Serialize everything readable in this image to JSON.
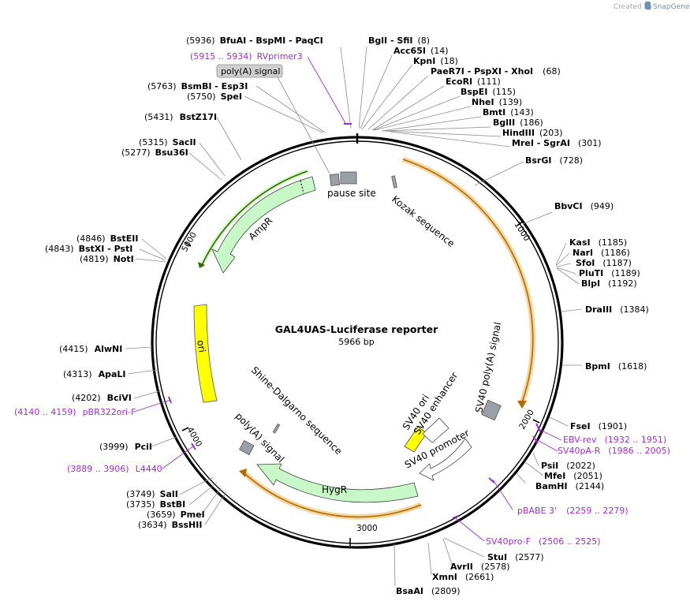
{
  "watermark": {
    "prefix": "Created by",
    "brand": "SnapGene"
  },
  "plasmid": {
    "name": "GAL4UAS-Luciferase reporter",
    "length": "5966 bp"
  },
  "colors": {
    "backbone": "#000000",
    "feature_fill": "#c8f7c8",
    "feature_stroke": "#2a7a2a",
    "ori": "#ffff00",
    "orf_glow": "#f5d7a4",
    "orf_line": "#b06a00",
    "grey_box": "#9aa0a6",
    "primer": "#9b30c8",
    "leader": "#8c8c8c"
  },
  "ticks": [
    "1000",
    "2000",
    "3000",
    "4000",
    "5000"
  ],
  "enzymes": [
    {
      "name": "BfuAI - BspMI - PaqCI",
      "pos": "(5936)"
    },
    {
      "name": "BglI - SfiI",
      "pos": "(8)"
    },
    {
      "name": "Acc65I",
      "pos": "(14)"
    },
    {
      "name": "KpnI",
      "pos": "(18)"
    },
    {
      "name": "PaeR7I - PspXI - XhoI",
      "pos": "(68)"
    },
    {
      "name": "EcoRI",
      "pos": "(111)"
    },
    {
      "name": "BspEI",
      "pos": "(115)"
    },
    {
      "name": "NheI",
      "pos": "(139)"
    },
    {
      "name": "BmtI",
      "pos": "(143)"
    },
    {
      "name": "BglII",
      "pos": "(186)"
    },
    {
      "name": "HindIII",
      "pos": "(203)"
    },
    {
      "name": "MreI - SgrAI",
      "pos": "(301)"
    },
    {
      "name": "BsrGI",
      "pos": "(728)"
    },
    {
      "name": "BbvCI",
      "pos": "(949)"
    },
    {
      "name": "KasI",
      "pos": "(1185)"
    },
    {
      "name": "NarI",
      "pos": "(1186)"
    },
    {
      "name": "SfoI",
      "pos": "(1187)"
    },
    {
      "name": "PluTI",
      "pos": "(1189)"
    },
    {
      "name": "BlpI",
      "pos": "(1192)"
    },
    {
      "name": "DraIII",
      "pos": "(1384)"
    },
    {
      "name": "BpmI",
      "pos": "(1618)"
    },
    {
      "name": "FseI",
      "pos": "(1901)"
    },
    {
      "name": "PsiI",
      "pos": "(2022)"
    },
    {
      "name": "MfeI",
      "pos": "(2051)"
    },
    {
      "name": "BamHI",
      "pos": "(2144)"
    },
    {
      "name": "StuI",
      "pos": "(2577)"
    },
    {
      "name": "AvrII",
      "pos": "(2578)"
    },
    {
      "name": "XmnI",
      "pos": "(2661)"
    },
    {
      "name": "BsaAI",
      "pos": "(2809)"
    },
    {
      "name": "BssHII",
      "pos": "(3634)"
    },
    {
      "name": "PmeI",
      "pos": "(3659)"
    },
    {
      "name": "BstBI",
      "pos": "(3735)"
    },
    {
      "name": "SalI",
      "pos": "(3749)"
    },
    {
      "name": "PciI",
      "pos": "(3999)"
    },
    {
      "name": "BciVI",
      "pos": "(4202)"
    },
    {
      "name": "ApaLI",
      "pos": "(4313)"
    },
    {
      "name": "AlwNI",
      "pos": "(4415)"
    },
    {
      "name": "NotI",
      "pos": "(4819)"
    },
    {
      "name": "BstXI - PstI",
      "pos": "(4843)"
    },
    {
      "name": "BstEII",
      "pos": "(4846)"
    },
    {
      "name": "Bsu36I",
      "pos": "(5277)"
    },
    {
      "name": "SacII",
      "pos": "(5315)"
    },
    {
      "name": "BstZ17I",
      "pos": "(5431)"
    },
    {
      "name": "SpeI",
      "pos": "(5750)"
    },
    {
      "name": "BsmBI - Esp3I",
      "pos": "(5763)"
    }
  ],
  "primers": [
    {
      "name": "RVprimer3",
      "range": "(5915 .. 5934)"
    },
    {
      "name": "EBV-rev",
      "range": "(1932 .. 1951)"
    },
    {
      "name": "SV40pA-R",
      "range": "(1986 .. 2005)"
    },
    {
      "name": "pBABE 3'",
      "range": "(2259 .. 2279)"
    },
    {
      "name": "SV40pro-F",
      "range": "(2506 .. 2525)"
    },
    {
      "name": "L4440",
      "range": "(3889 .. 3906)"
    },
    {
      "name": "pBR322ori-F",
      "range": "(4140 .. 4159)"
    }
  ],
  "features": {
    "polya_top": "poly(A) signal",
    "pause_site": "pause site",
    "kozak": "Kozak sequence",
    "ampr": "AmpR",
    "ori": "ori",
    "sv40_polya": "SV40 poly(A) signal",
    "shine_dalgarno": "Shine-Dalgarno sequence",
    "polya_inner": "poly(A) signal",
    "sv40_ori": "SV40 ori",
    "sv40_enhancer": "SV40 enhancer",
    "sv40_promoter": "SV40 promoter",
    "hygr": "HygR"
  }
}
